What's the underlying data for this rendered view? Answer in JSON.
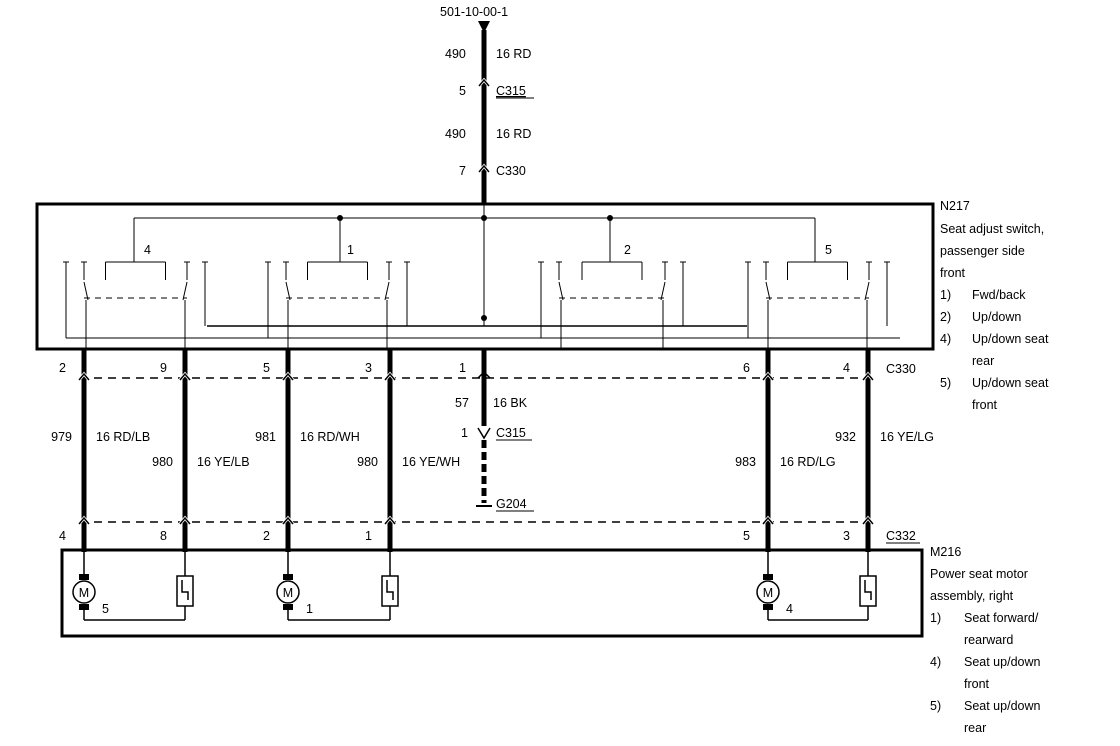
{
  "reference": "501-10-00-1",
  "feed": {
    "circuit1": "490",
    "wire1": "16 RD",
    "pin_c315": "5",
    "c315": "C315",
    "circuit2": "490",
    "wire2": "16 RD",
    "pin_c330": "7",
    "c330": "C330"
  },
  "switch_labels": [
    "4",
    "1",
    "2",
    "5"
  ],
  "n217": {
    "id": "N217",
    "desc": [
      "Seat adjust switch,",
      "passenger side",
      "front"
    ],
    "items": [
      {
        "num": "1)",
        "lines": [
          "Fwd/back"
        ]
      },
      {
        "num": "2)",
        "lines": [
          "Up/down"
        ]
      },
      {
        "num": "4)",
        "lines": [
          "Up/down seat",
          "rear"
        ]
      },
      {
        "num": "5)",
        "lines": [
          "Up/down seat",
          "front"
        ]
      }
    ]
  },
  "c330_label": "C330",
  "c332_label": "C332",
  "wires": [
    {
      "c330_pin": "2",
      "circuit": "979",
      "color": "16 RD/LB",
      "c332_pin": "4",
      "label_row": "upper"
    },
    {
      "c330_pin": "9",
      "circuit": "980",
      "color": "16 YE/LB",
      "c332_pin": "8",
      "label_row": "lower"
    },
    {
      "c330_pin": "5",
      "circuit": "981",
      "color": "16 RD/WH",
      "c332_pin": "2",
      "label_row": "upper"
    },
    {
      "c330_pin": "3",
      "circuit": "980",
      "color": "16 YE/WH",
      "c332_pin": "1",
      "label_row": "lower"
    },
    {
      "c330_pin": "6",
      "circuit": "983",
      "color": "16 RD/LG",
      "c332_pin": "5",
      "label_row": "lower"
    },
    {
      "c330_pin": "4",
      "circuit": "932",
      "color": "16 YE/LG",
      "c332_pin": "3",
      "label_row": "upper"
    }
  ],
  "ground": {
    "c330_pin": "1",
    "circuit": "57",
    "wire": "16 BK",
    "pin": "1",
    "c315": "C315",
    "g204": "G204"
  },
  "motors": [
    {
      "symbol": "M",
      "number": "5"
    },
    {
      "symbol": "M",
      "number": "1"
    },
    {
      "symbol": "M",
      "number": "4"
    }
  ],
  "m216": {
    "id": "M216",
    "desc": [
      "Power seat motor",
      "assembly, right"
    ],
    "items": [
      {
        "num": "1)",
        "lines": [
          "Seat forward/",
          "rearward"
        ]
      },
      {
        "num": "4)",
        "lines": [
          "Seat up/down",
          "front"
        ]
      },
      {
        "num": "5)",
        "lines": [
          "Seat up/down",
          "rear"
        ]
      }
    ]
  }
}
